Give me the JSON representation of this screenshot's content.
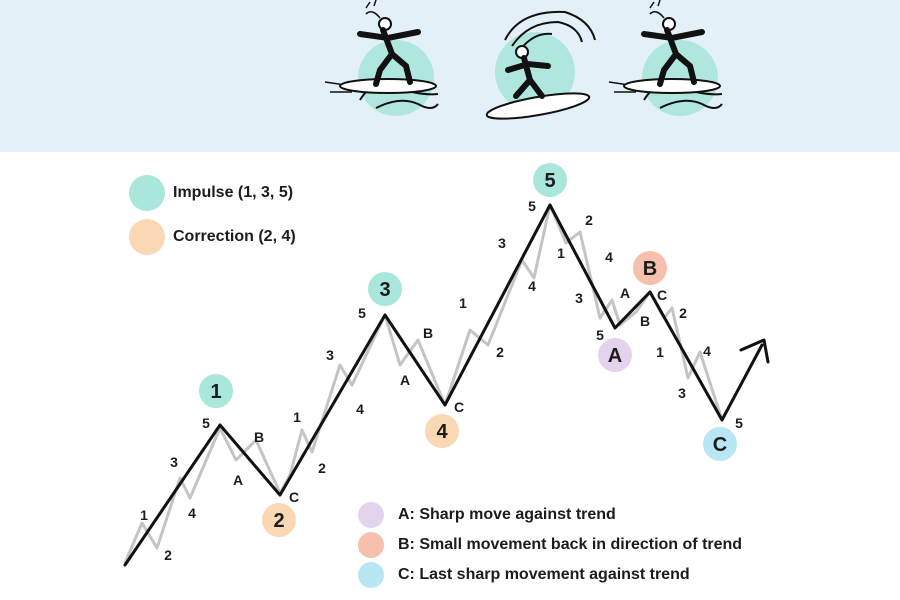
{
  "legend": {
    "impulse": {
      "label": "Impulse (1, 3, 5)",
      "color": "#a9e6dc"
    },
    "correction": {
      "label": "Correction (2, 4)",
      "color": "#fad8b3"
    }
  },
  "key": {
    "a": {
      "text": "A: Sharp move against trend",
      "color": "#e4d3ec"
    },
    "b": {
      "text": "B: Small movement back in direction of trend",
      "color": "#f7bfad"
    },
    "c": {
      "text": "C: Last sharp movement against trend",
      "color": "#b7e6f5"
    }
  },
  "colors": {
    "banner_bg": "#e3f0f8",
    "main_line": "#111111",
    "sub_line": "#c4c4c4",
    "impulse": "#a9e6dc",
    "correction": "#fad8b3",
    "a": "#e4d3ec",
    "b": "#f7bfad",
    "c": "#b7e6f5"
  },
  "wave_circles": {
    "w1": "1",
    "w2": "2",
    "w3": "3",
    "w4": "4",
    "w5": "5",
    "wa": "A",
    "wb": "B",
    "wc": "C"
  },
  "labels": {
    "l01": "1",
    "l02": "2",
    "l03": "3",
    "l04": "4",
    "l05": "5",
    "l06": "A",
    "l07": "B",
    "l08": "C",
    "l09": "1",
    "l10": "2",
    "l11": "3",
    "l12": "4",
    "l13": "5",
    "l14": "A",
    "l15": "B",
    "l16": "C",
    "l17": "1",
    "l18": "2",
    "l19": "3",
    "l20": "4",
    "l21": "5",
    "l22": "1",
    "l23": "2",
    "l24": "3",
    "l25": "4",
    "l26": "5",
    "l27": "A",
    "l28": "B",
    "l29": "C",
    "l30": "1",
    "l31": "2",
    "l32": "3",
    "l33": "4",
    "l34": "5"
  },
  "illustrations": {
    "left": "surfer-riding-icon",
    "middle": "surfer-in-wave-icon",
    "right": "surfer-riding-icon"
  }
}
